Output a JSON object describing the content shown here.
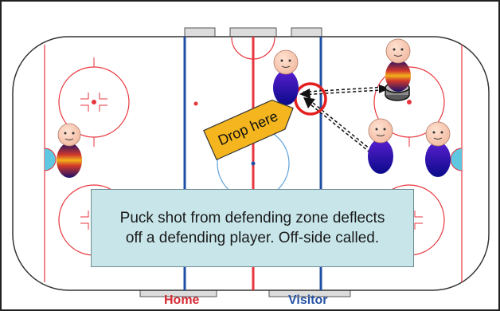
{
  "caption": {
    "line1": "Puck shot from defending zone deflects",
    "line2": "off a defending player. Off-side called."
  },
  "drop_target": {
    "label": "Drop here"
  },
  "teams": {
    "home": "Home",
    "visitor": "Visitor"
  },
  "colors": {
    "red_line": "#e8353d",
    "blue_line": "#1f4fa5",
    "caption_bg": "#c8e6ea",
    "drop_tag": "#f4b51e",
    "highlight_ring": "#e41e1e",
    "home_text": "#d62b35",
    "visitor_text": "#2853a6"
  },
  "icons": [
    "player-icon",
    "puck-icon",
    "drop-tag-icon",
    "highlight-ring-icon",
    "pass-arrow-icon"
  ]
}
